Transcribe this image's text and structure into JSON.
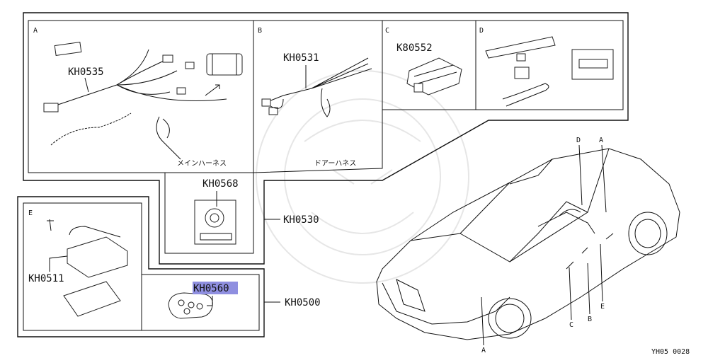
{
  "panels": {
    "A": {
      "letter": "A",
      "part": "KH0535",
      "caption": "メインハーネス"
    },
    "B": {
      "letter": "B",
      "part": "KH0531",
      "caption": "ドアーハネス"
    },
    "C": {
      "letter": "C",
      "part": "K80552"
    },
    "D": {
      "letter": "D"
    },
    "E": {
      "letter": "E",
      "part": "KH0511"
    }
  },
  "parts": {
    "switch": "KH0568",
    "remote": "KH0560",
    "assembly_upper": "KH0530",
    "assembly_main": "KH0500"
  },
  "car_labels": {
    "d": "D",
    "a_top": "A",
    "c": "C",
    "b": "B",
    "e": "E",
    "a_bottom": "A"
  },
  "diagram_code": "YH05 0028",
  "highlight_color": "#8f8fe0"
}
